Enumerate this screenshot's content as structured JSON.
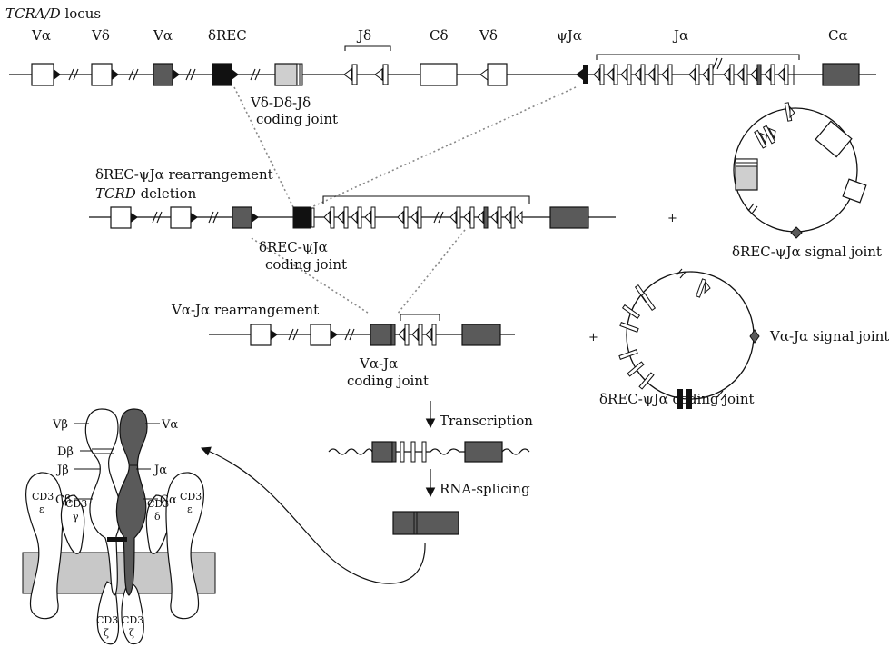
{
  "colors": {
    "line": "#111111",
    "dark": "#5a5a5a",
    "black": "#111111",
    "light": "#cfcfcf",
    "white": "#ffffff",
    "membrane": "#c8c8c8",
    "dotted": "#888888"
  },
  "header": {
    "locus_title_italic": "TCRA/D",
    "locus_title_rest": " locus"
  },
  "locus": {
    "segments": [
      "Vα",
      "Vδ",
      "Vα",
      "δREC",
      "Jδ",
      "Cδ",
      "Vδ",
      "ψJα",
      "Jα",
      "Cα"
    ],
    "vddj_label_1": "Vδ-Dδ-Jδ",
    "vddj_label_2": "coding joint"
  },
  "step1": {
    "title_1": "δREC-ψJα rearrangement",
    "title_2_italic": "TCRD",
    "title_2_rest": " deletion",
    "coding_joint_1": "δREC-ψJα",
    "coding_joint_2": "coding joint",
    "plus": "+",
    "circle_label": "δREC-ψJα signal joint"
  },
  "step2": {
    "title": "Vα-Jα rearrangement",
    "coding_joint_1": "Vα-Jα",
    "coding_joint_2": "coding joint",
    "plus": "+",
    "circle_label": "Vα-Jα signal joint",
    "circle_bottom_label": "δREC-ψJα coding joint"
  },
  "expression": {
    "transcription": "Transcription",
    "splicing": "RNA-splicing"
  },
  "tcr": {
    "labels_left": [
      "Vβ",
      "Dβ",
      "Jβ",
      "Cβ"
    ],
    "labels_right": [
      "Vα",
      "Jα",
      "Cα"
    ],
    "cd3_left": [
      {
        "l1": "CD3",
        "l2": "ε"
      },
      {
        "l1": "CD3",
        "l2": "γ"
      }
    ],
    "cd3_right": [
      {
        "l1": "CD3",
        "l2": "δ"
      },
      {
        "l1": "CD3",
        "l2": "ε"
      }
    ],
    "zeta": [
      {
        "l1": "CD3",
        "l2": "ζ"
      },
      {
        "l1": "CD3",
        "l2": "ζ"
      }
    ]
  }
}
